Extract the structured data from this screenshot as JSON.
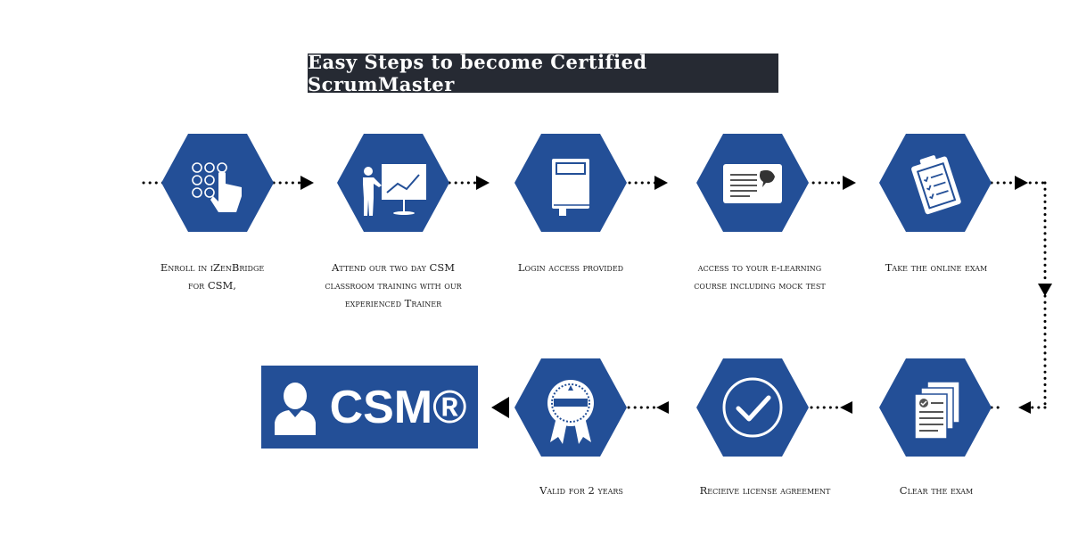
{
  "title": "Easy Steps to become Certified ScrumMaster",
  "colors": {
    "hex_fill": "#234f97",
    "title_bg": "#262a33",
    "connector": "#000000"
  },
  "steps": [
    {
      "icon": "touch-keypad-icon",
      "label_lines": [
        "Enroll in iZenBridge",
        "for CSM,"
      ]
    },
    {
      "icon": "trainer-presentation-icon",
      "label_lines": [
        "Attend our two day CSM",
        "classroom training with our",
        "experienced  Trainer"
      ]
    },
    {
      "icon": "book-icon",
      "label_lines": [
        "Login access provided"
      ]
    },
    {
      "icon": "elearning-screen-icon",
      "label_lines": [
        "access to your e-learning",
        "course including mock test"
      ]
    },
    {
      "icon": "clipboard-checklist-icon",
      "label_lines": [
        "Take the online  exam"
      ]
    },
    {
      "icon": "documents-checked-icon",
      "label_lines": [
        "Clear the exam"
      ]
    },
    {
      "icon": "check-circle-icon",
      "label_lines": [
        "Recieive license agreement"
      ]
    },
    {
      "icon": "award-ribbon-icon",
      "label_lines": [
        "Valid for 2 years"
      ]
    }
  ],
  "badge": {
    "text": "CSM®",
    "icon": "user-icon"
  }
}
